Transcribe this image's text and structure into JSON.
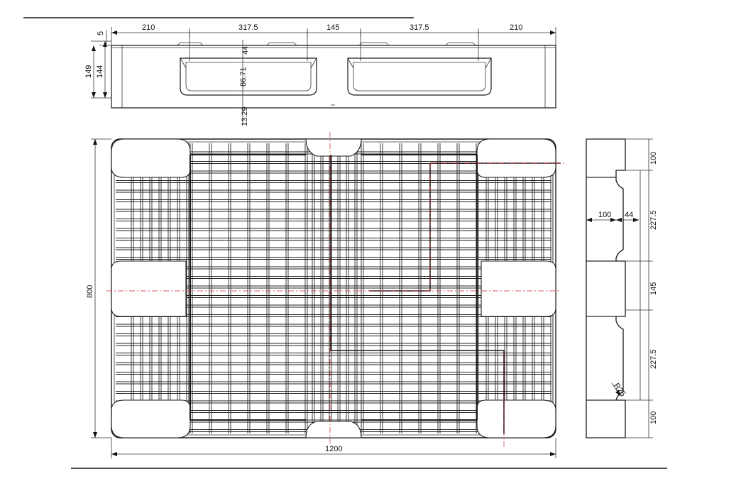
{
  "colors": {
    "line": "#1a1a1a",
    "centerline": "#d8232a",
    "background": "#ffffff"
  },
  "top_view": {
    "dims": {
      "d5": "5",
      "d210_left": "210",
      "d317_left": "317.5",
      "d145": "145",
      "d317_right": "317.5",
      "d210_right": "210",
      "d44": "44",
      "d86": "86.71",
      "d13": "13.29",
      "d149": "149",
      "d144": "144"
    }
  },
  "plan_view": {
    "dims": {
      "height": "800",
      "width": "1200"
    }
  },
  "side_view": {
    "dims": {
      "d100_top": "100",
      "d227_top": "227.5",
      "d145": "145",
      "d227_bottom": "227.5",
      "d100_bottom": "100",
      "d100_horiz": "100",
      "d44": "44",
      "radius": "R25"
    }
  }
}
